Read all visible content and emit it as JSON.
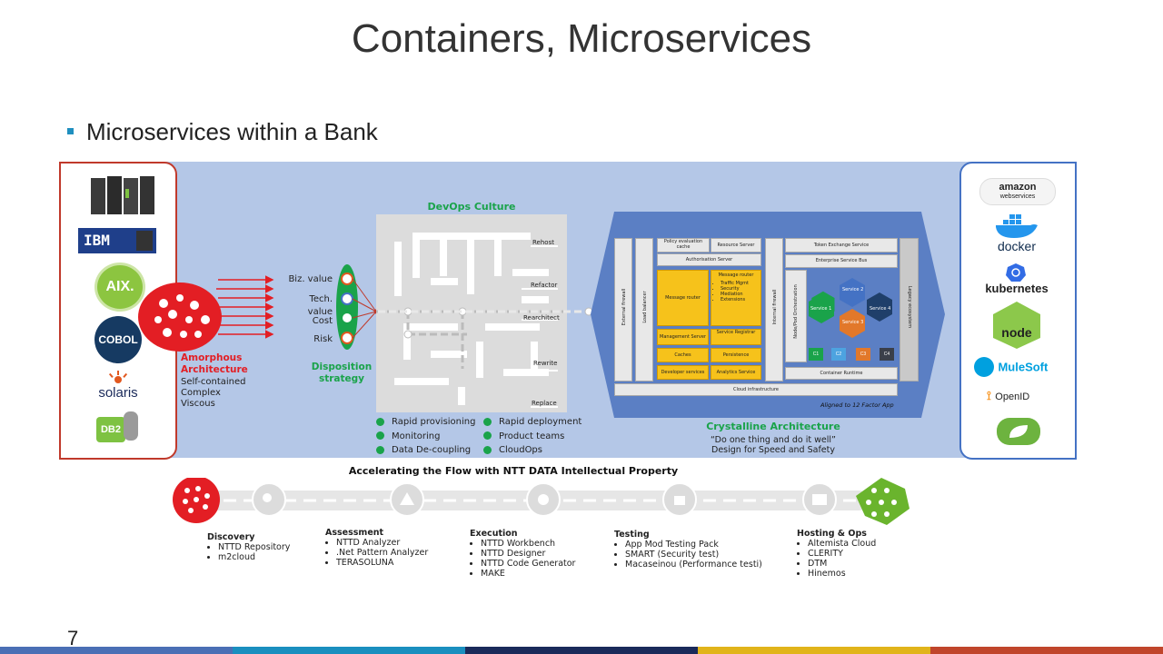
{
  "slide": {
    "title": "Containers, Microservices",
    "bullet": "Microservices within a Bank",
    "page_number": "7"
  },
  "legacy": {
    "logos": [
      "IBM",
      "AIX.",
      "COBOL",
      "solaris",
      "DB2"
    ],
    "heading_line1": "Amorphous",
    "heading_line2": "Architecture",
    "traits": [
      "Self-contained",
      "Complex",
      "Viscous"
    ]
  },
  "disposition": {
    "labels": [
      "Biz. value",
      "Tech. value",
      "Cost",
      "Risk"
    ],
    "heading_line1": "Disposition",
    "heading_line2": "strategy"
  },
  "devops": {
    "title": "DevOps Culture",
    "paths": [
      "Rehost",
      "Refactor",
      "Rearchitect",
      "Rewrite",
      "Replace"
    ],
    "practices": [
      "Rapid provisioning",
      "Monitoring",
      "Data De-coupling",
      "Rapid deployment",
      "Product teams",
      "CloudOps"
    ]
  },
  "crystalline": {
    "boxes": {
      "external_firewall": "External firewall",
      "load_balancer": "Load balancer",
      "policy_cache": "Policy evaluation cache",
      "resource_server": "Resource Server",
      "authorisation_server": "Authorisation Server",
      "message_router_left": "Message router",
      "message_router_right": "Message router",
      "router_bullets": [
        "Traffic Mgmt",
        "Security",
        "Mediation",
        "Extensions"
      ],
      "management_server": "Management Server",
      "service_registrar": "Service Registrar",
      "caches": "Caches",
      "persistence": "Persistence",
      "developer_services": "Developer services",
      "analytics_service": "Analytics Service",
      "internal_firewall": "Internal firewall",
      "node_orchestration": "Node/Pod Orchestration",
      "token_exchange": "Token Exchange Service",
      "esb": "Enterprise Service Bus",
      "services": [
        "Service 1",
        "Service 2",
        "Service 3",
        "Service 4"
      ],
      "containers": [
        "C1",
        "C2",
        "C3",
        "C4"
      ],
      "container_runtime": "Container Runtime",
      "legacy_ecosystem": "Legacy ecosystem",
      "cloud_infrastructure": "Cloud infrastructure",
      "aligned": "Aligned to 12 Factor App"
    },
    "heading": "Crystalline Architecture",
    "quote": "“Do one thing and do it well”",
    "subline": "Design for Speed and Safety"
  },
  "cloud_logos": [
    "amazon",
    "webservices",
    "docker",
    "kubernetes",
    "node",
    "MuleSoft",
    "OpenID"
  ],
  "flow": {
    "title": "Accelerating the Flow with NTT DATA Intellectual Property",
    "stages": [
      {
        "name": "Discovery",
        "items": [
          "NTTD Repository",
          "m2cloud"
        ]
      },
      {
        "name": "Assessment",
        "items": [
          "NTTD Analyzer",
          ".Net Pattern Analyzer",
          "TERASOLUNA"
        ]
      },
      {
        "name": "Execution",
        "items": [
          "NTTD Workbench",
          "NTTD Designer",
          "NTTD Code Generator",
          "MAKE"
        ]
      },
      {
        "name": "Testing",
        "items": [
          "App Mod Testing Pack",
          "SMART (Security test)",
          "Macaseinou (Performance testi)"
        ]
      },
      {
        "name": "Hosting & Ops",
        "items": [
          "Altemista Cloud",
          "CLERITY",
          "DTM",
          "Hinemos"
        ]
      }
    ]
  },
  "colors": {
    "panel_blue": "#b4c7e7",
    "legacy_border": "#c0392b",
    "cloud_border": "#4472c4",
    "crystal_blue": "#5b7fc4",
    "devops_green": "#1aa34a",
    "amorphous_red": "#e31e24",
    "yellow": "#f6c21b",
    "footer": [
      "#4a6fb5",
      "#1a8fbf",
      "#1a2a5a",
      "#e1b41a",
      "#c0452b"
    ]
  }
}
